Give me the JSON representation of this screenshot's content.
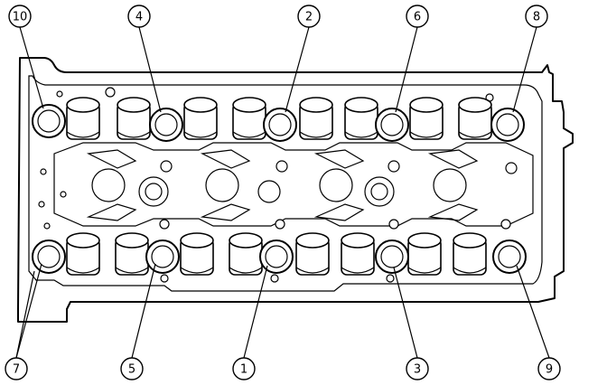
{
  "diagram": {
    "callouts": [
      {
        "id": "10",
        "label": "10"
      },
      {
        "id": "4",
        "label": "4"
      },
      {
        "id": "2",
        "label": "2"
      },
      {
        "id": "6",
        "label": "6"
      },
      {
        "id": "8",
        "label": "8"
      },
      {
        "id": "7",
        "label": "7"
      },
      {
        "id": "5",
        "label": "5"
      },
      {
        "id": "1",
        "label": "1"
      },
      {
        "id": "3",
        "label": "3"
      },
      {
        "id": "9",
        "label": "9"
      }
    ]
  }
}
